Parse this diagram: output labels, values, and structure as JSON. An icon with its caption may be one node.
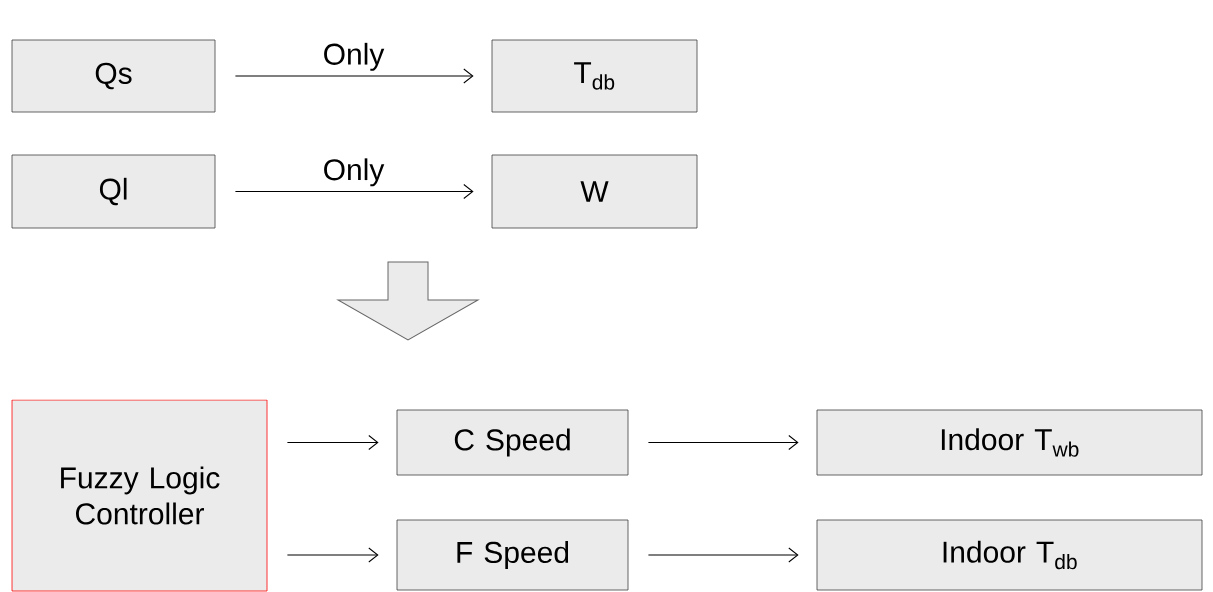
{
  "diagram": {
    "nodes": [
      {
        "text": [
          "Qs"
        ]
      },
      {
        "text": [
          "T$_{db}$"
        ]
      },
      {
        "text": [
          "Ql"
        ]
      },
      {
        "text": [
          "W"
        ]
      },
      {
        "text": [
          "Fuzzy Logic Controller"
        ]
      },
      {
        "text": [
          "C Speed"
        ]
      },
      {
        "text": [
          "F Speed"
        ]
      },
      {
        "text": [
          "Indoor T$_{wb}$"
        ]
      },
      {
        "text": [
          "Indoor T$_{db}$"
        ]
      }
    ],
    "edges": [
      {
        "from": 0,
        "to": 1,
        "arrow": "to",
        "label": "Only"
      },
      {
        "from": 2,
        "to": 3,
        "arrow": "to",
        "label": "Only"
      },
      {
        "from": 4,
        "to": 5,
        "arrow": "to"
      },
      {
        "from": 4,
        "to": 6,
        "arrow": "to"
      },
      {
        "from": 5,
        "to": 7,
        "arrow": "to"
      },
      {
        "from": 6,
        "to": 8,
        "arrow": "to"
      }
    ]
  }
}
